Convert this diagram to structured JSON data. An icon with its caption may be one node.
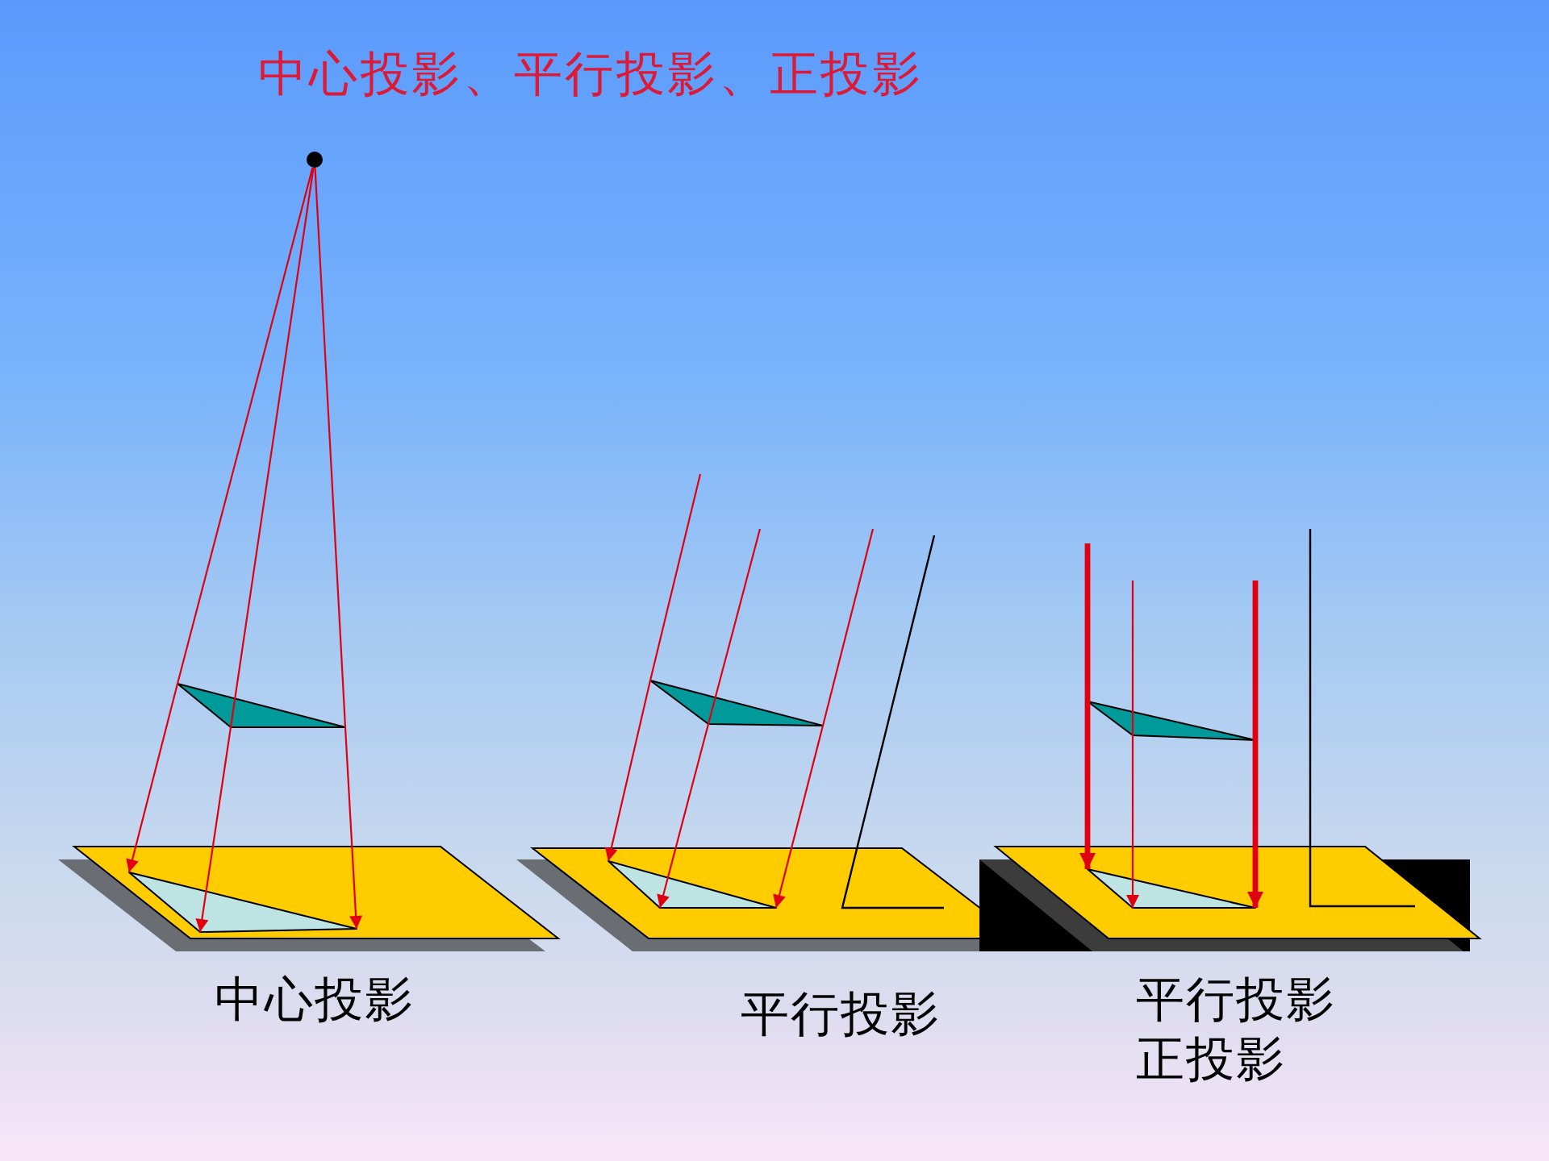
{
  "diagram": {
    "title": "中心投影、平行投影、正投影",
    "nodes": [
      {
        "text": [],
        "shape": "circle"
      },
      {
        "text": [],
        "shape": "triangle"
      },
      {
        "text": [],
        "shape": "triangle"
      },
      {
        "text": [],
        "shape": "triangle"
      },
      {
        "text": [],
        "shape": "triangle"
      },
      {
        "text": [],
        "shape": "triangle"
      },
      {
        "text": [],
        "shape": "triangle"
      }
    ],
    "edges": [
      {
        "from": 0,
        "to": 1,
        "arrow": "none"
      },
      {
        "from": 1,
        "to": 2,
        "arrow": "to"
      },
      {
        "from": 0,
        "to": 1,
        "arrow": "none"
      },
      {
        "from": 1,
        "to": 2,
        "arrow": "to"
      },
      {
        "from": 0,
        "to": 1,
        "arrow": "none"
      },
      {
        "from": 1,
        "to": 2,
        "arrow": "to"
      },
      {
        "from": null,
        "to": 3,
        "arrow": "none"
      },
      {
        "from": 3,
        "to": 4,
        "arrow": "to"
      },
      {
        "from": null,
        "to": 3,
        "arrow": "none"
      },
      {
        "from": 3,
        "to": 4,
        "arrow": "to"
      },
      {
        "from": null,
        "to": 3,
        "arrow": "none"
      },
      {
        "from": 3,
        "to": 4,
        "arrow": "to"
      },
      {
        "from": null,
        "to": 5,
        "arrow": "none",
        "style": "thick"
      },
      {
        "from": 5,
        "to": 6,
        "arrow": "to",
        "style": "thick"
      },
      {
        "from": null,
        "to": 5,
        "arrow": "none"
      },
      {
        "from": 5,
        "to": 6,
        "arrow": "to"
      },
      {
        "from": null,
        "to": 5,
        "arrow": "none",
        "style": "thick"
      },
      {
        "from": 5,
        "to": 6,
        "arrow": "to",
        "style": "thick"
      }
    ],
    "labels": [
      "中心投影",
      "平行投影",
      "平行投影",
      "正投影"
    ]
  }
}
